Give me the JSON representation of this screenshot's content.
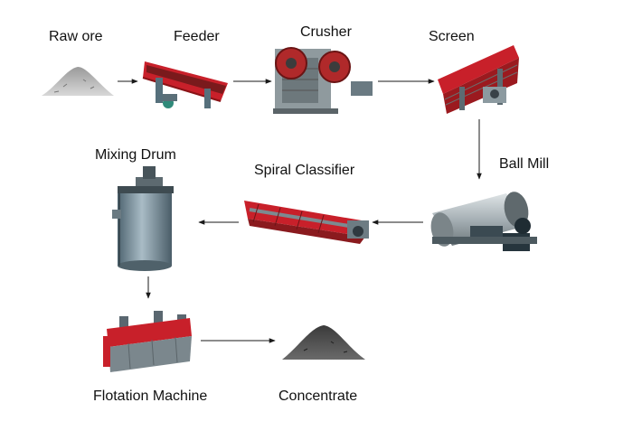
{
  "colors": {
    "frame_red": "#c8202a",
    "steel_blue": "#6f8fa0",
    "machine_grey": "#8f9a9e",
    "ore_dark": "#555555",
    "arrow": "#1a1a1a",
    "text": "#111111"
  },
  "flow": {
    "steps": [
      {
        "id": "raw_ore",
        "label": "Raw ore",
        "icon": "ore-pile-icon"
      },
      {
        "id": "feeder",
        "label": "Feeder",
        "icon": "vibrating-feeder-icon"
      },
      {
        "id": "crusher",
        "label": "Crusher",
        "icon": "jaw-crusher-icon"
      },
      {
        "id": "screen",
        "label": "Screen",
        "icon": "vibrating-screen-icon"
      },
      {
        "id": "ball_mill",
        "label": "Ball Mill",
        "icon": "ball-mill-icon"
      },
      {
        "id": "spiral_classifier",
        "label": "Spiral Classifier",
        "icon": "spiral-classifier-icon"
      },
      {
        "id": "mixing_drum",
        "label": "Mixing Drum",
        "icon": "mixing-drum-icon"
      },
      {
        "id": "flotation_machine",
        "label": "Flotation Machine",
        "icon": "flotation-machine-icon"
      },
      {
        "id": "concentrate",
        "label": "Concentrate",
        "icon": "concentrate-pile-icon"
      }
    ]
  }
}
